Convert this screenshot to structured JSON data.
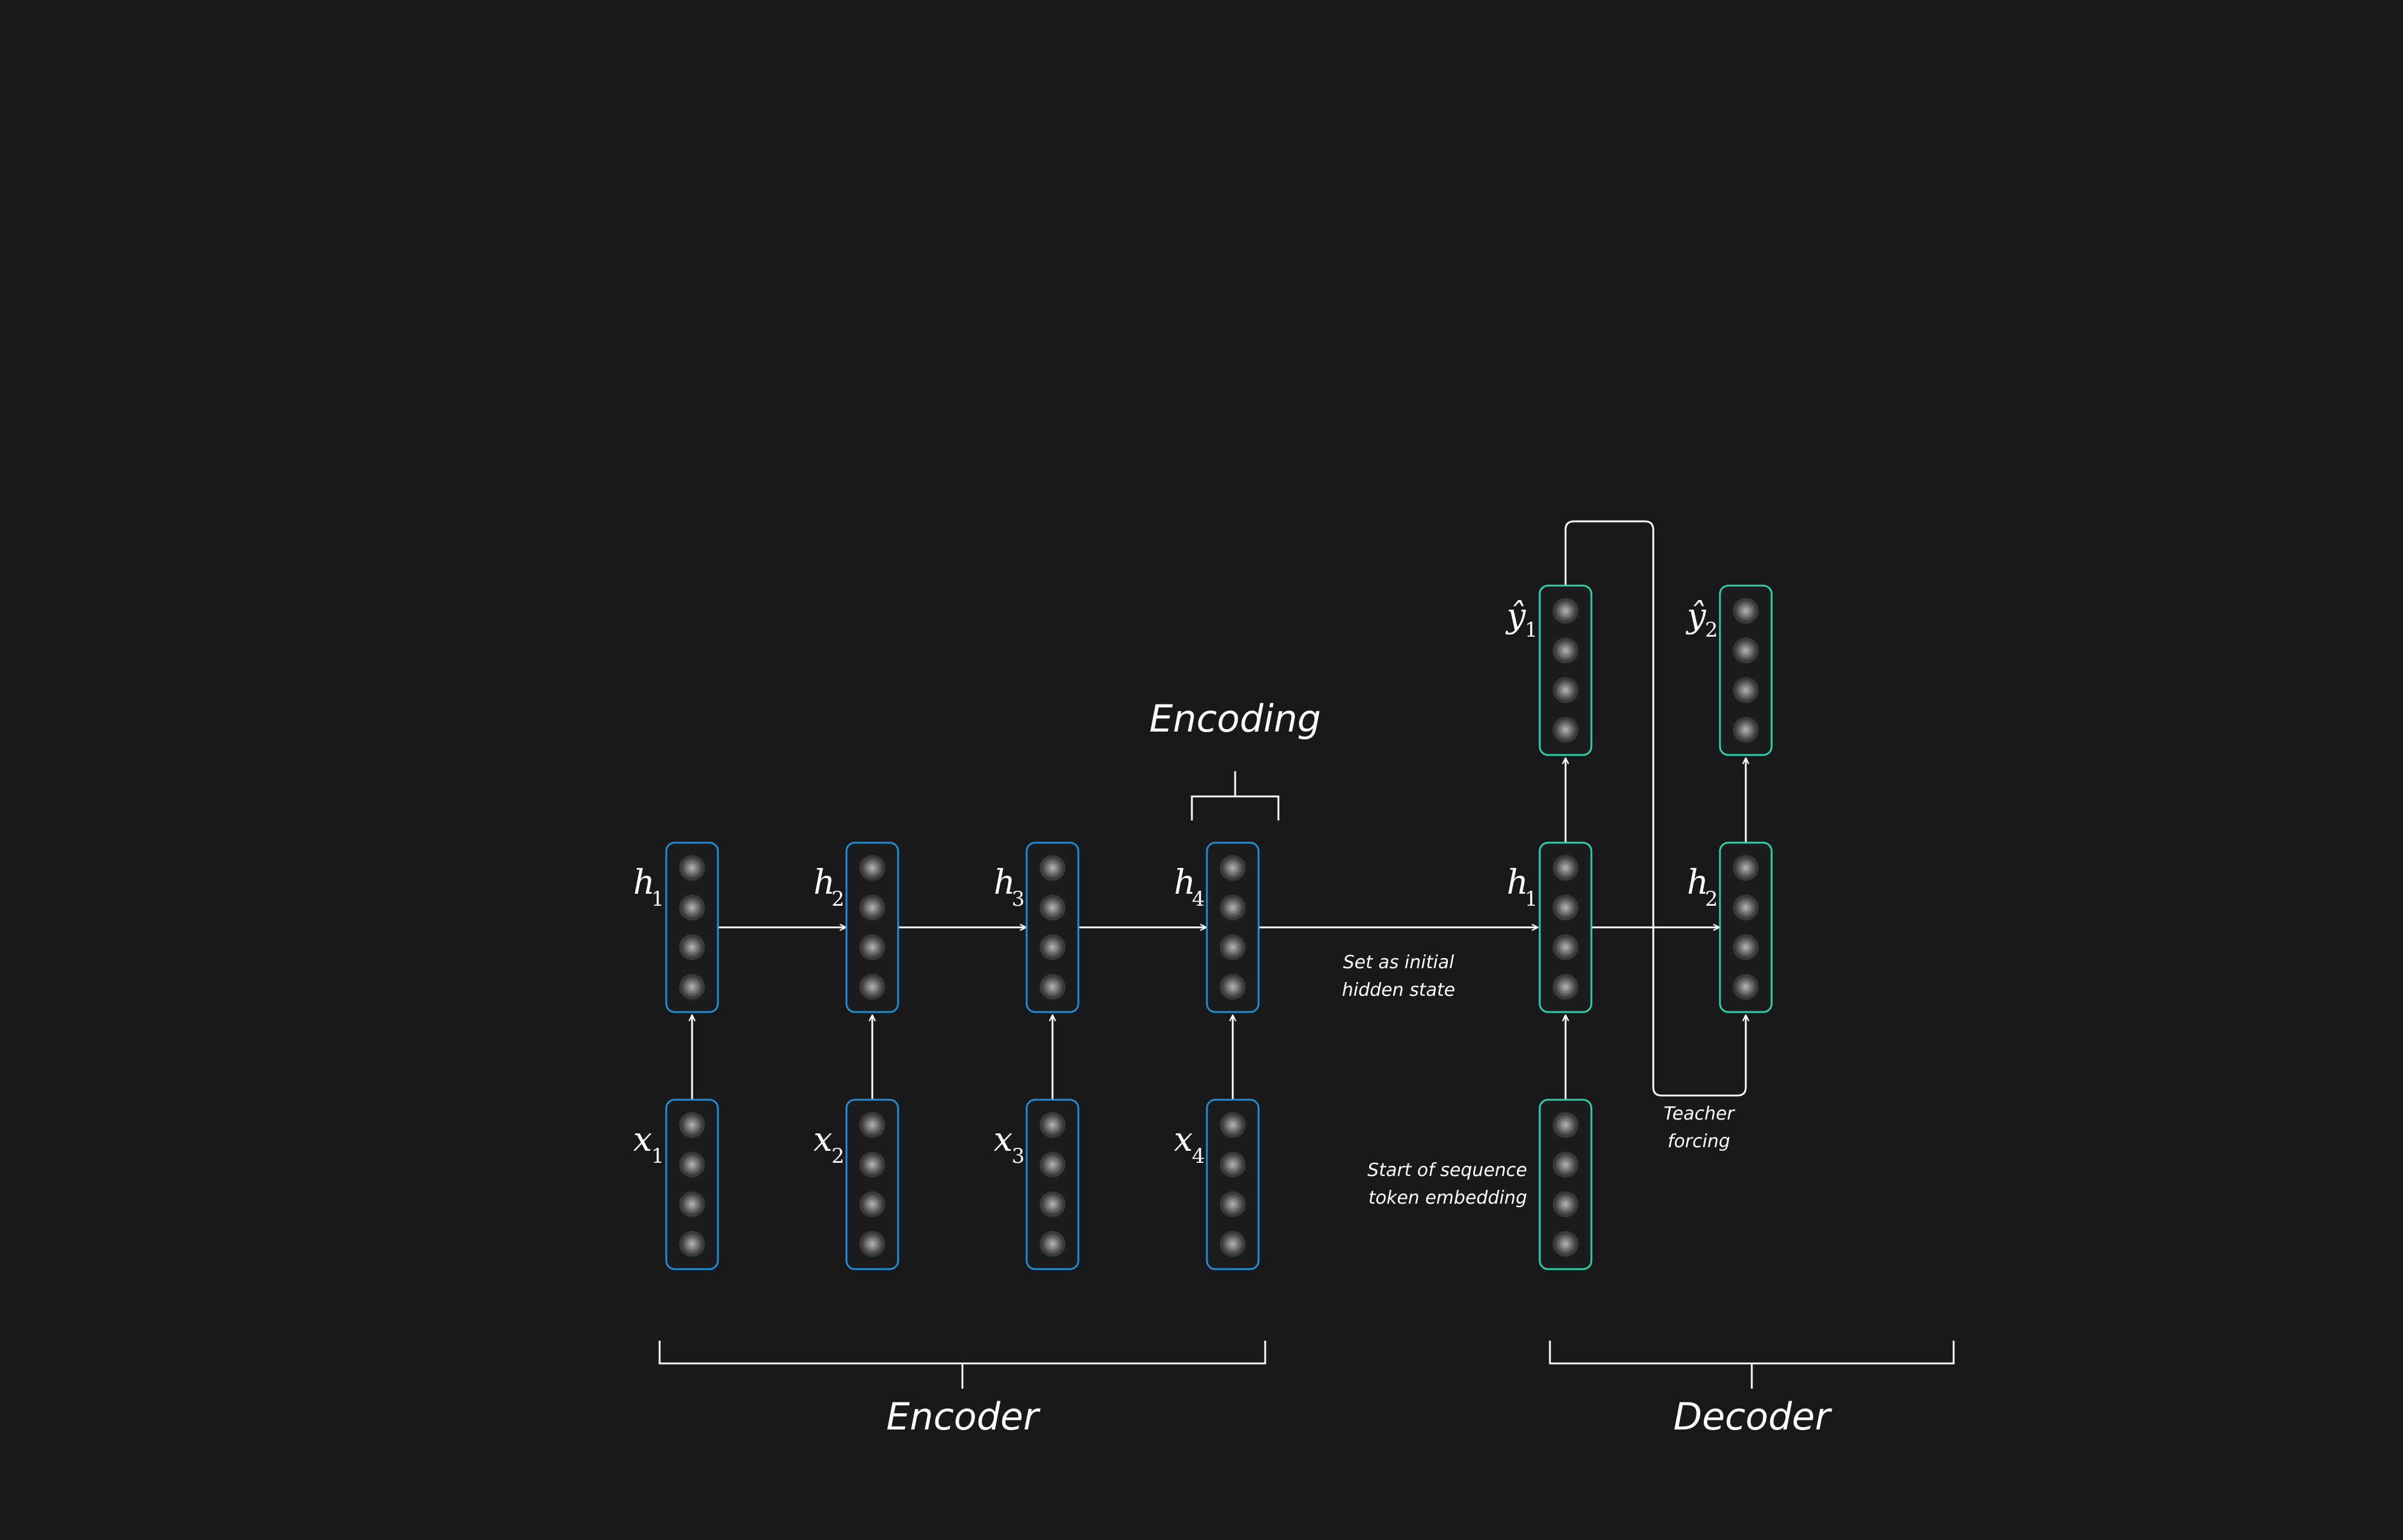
{
  "colors": {
    "background": "#19191b",
    "encoder_cell": "#1f8fd6",
    "decoder_cell": "#2ed1a9",
    "line": "#ffffff",
    "neuron_core": "#9a9a9a",
    "neuron_edge": "#2a2a2a"
  },
  "labels": {
    "encoding": "Encoding",
    "encoder": "Encoder",
    "decoder": "Decoder",
    "set_initial_line1": "Set as initial",
    "set_initial_line2": "hidden state",
    "sos_line1": "Start of sequence",
    "sos_line2": "token embedding",
    "teacher_line1": "Teacher",
    "teacher_line2": "forcing"
  },
  "encoder": {
    "hidden": [
      {
        "symbol": "h",
        "sub": "1"
      },
      {
        "symbol": "h",
        "sub": "2"
      },
      {
        "symbol": "h",
        "sub": "3"
      },
      {
        "symbol": "h",
        "sub": "4"
      }
    ],
    "inputs": [
      {
        "symbol": "x",
        "sub": "1"
      },
      {
        "symbol": "x",
        "sub": "2"
      },
      {
        "symbol": "x",
        "sub": "3"
      },
      {
        "symbol": "x",
        "sub": "4"
      }
    ]
  },
  "decoder": {
    "hidden": [
      {
        "symbol": "h",
        "sub": "1"
      },
      {
        "symbol": "h",
        "sub": "2"
      }
    ],
    "outputs": [
      {
        "symbol": "ŷ",
        "sub": "1"
      },
      {
        "symbol": "ŷ",
        "sub": "2"
      }
    ],
    "neurons_per_cell": 4
  }
}
